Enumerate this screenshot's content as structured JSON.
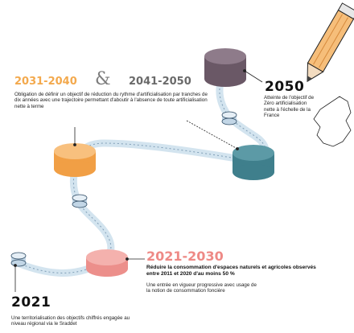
{
  "milestones": {
    "y2021": {
      "year": "2021",
      "description": "Une territorialisation des objectifs chiffrés engagée au niveau régional via le Sraddet"
    },
    "y2021_2030": {
      "year": "2021-2030",
      "headline": "Réduire la consommation d'espaces naturels et agricoles observés entre 2011 et 2020 d'au moins 50 %",
      "note": "Une entrée en vigueur progressive avec usage de la notion de consommation foncière"
    },
    "y2031_2040": {
      "year": "2031-2040",
      "ampersand": "&",
      "year_b": "2041-2050",
      "description": "Obligation de définir un objectif de réduction du rythme d'artificialisation par tranches de dix années avec une trajectoire permettant d'aboutir à l'absence de toute artificialisation nette à terme"
    },
    "y2050": {
      "year": "2050",
      "description": "Atteinte de l'objectif de Zéro artificialisation nette à l'échelle de la France"
    }
  },
  "colors": {
    "pink": "#f1a09c",
    "orange": "#f5ae5a",
    "teal": "#4f8f9b",
    "mauve": "#7b6877",
    "path": "#d3e4ef",
    "small_node": "#c2d6e6"
  },
  "icons": [
    "pencil-icon",
    "france-map-icon"
  ]
}
